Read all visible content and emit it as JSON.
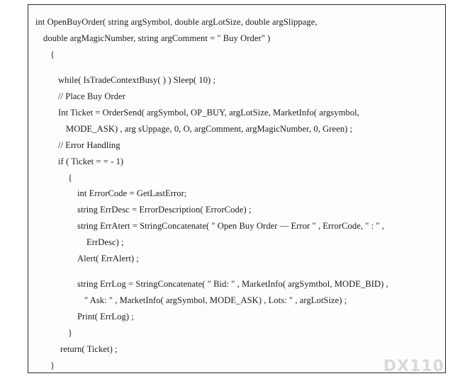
{
  "code": {
    "lines": [
      "int OpenBuyOrder( string argSymbol, double argLotSize, double argSlippage,",
      "double argMagicNumber, string argComment = \" Buy Order\" )",
      "{",
      "while( IsTradeContextBusy( ) ) Sleep( 10) ;",
      "// Place Buy Order",
      "Int Ticket = OrderSend( argSymbol, OP_BUY, argLotSize, MarketInfo( argsymbol,",
      "MODE_ASK) , arg sUppage, 0, O, argComment, argMagicNumber, 0, Green) ;",
      "// Error Handling",
      "if ( Ticket = = - 1)",
      "{",
      "int ErrorCode = GetLastError;",
      "string ErrDesc = ErrorDescription( ErrorCode) ;",
      "string ErrAtert = StringConcatenate( \" Open Buy Order — Error \" , ErrorCode, \" : \" ,",
      "ErrDesc) ;",
      "Alert( ErrAlert) ;",
      "string ErrLog = StringConcatenate( \" Bid: \" , MarketInfo( argSymtbol, MODE_BID) ,",
      "\" Ask: \" , MarketInfo( argSymbol, MODE_ASK) , Lots: \" , argLotSize) ;",
      "Print( ErrLog) ;",
      "}",
      "return( Ticket) ;",
      "}"
    ]
  },
  "watermark": "DX110"
}
